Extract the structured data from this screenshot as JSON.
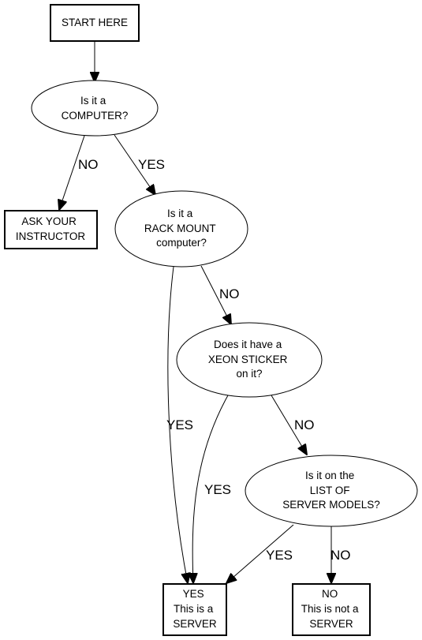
{
  "nodes": {
    "start": {
      "lines": [
        "START HERE"
      ]
    },
    "computer": {
      "lines": [
        "Is it a",
        "COMPUTER?"
      ]
    },
    "ask": {
      "lines": [
        "ASK YOUR",
        "INSTRUCTOR"
      ]
    },
    "rack": {
      "lines": [
        "Is it a",
        "RACK MOUNT",
        "computer?"
      ]
    },
    "xeon": {
      "lines": [
        "Does it have a",
        "XEON STICKER",
        "on it?"
      ]
    },
    "list": {
      "lines": [
        "Is it on the",
        "LIST OF",
        "SERVER MODELS?"
      ]
    },
    "server": {
      "lines": [
        "YES",
        "This is a",
        "SERVER"
      ]
    },
    "not_server": {
      "lines": [
        "NO",
        "This is not a",
        "SERVER"
      ]
    }
  },
  "edges": {
    "computer_no": "NO",
    "computer_yes": "YES",
    "rack_no": "NO",
    "rack_yes": "YES",
    "xeon_yes": "YES",
    "xeon_no": "NO",
    "list_yes": "YES",
    "list_no": "NO"
  }
}
